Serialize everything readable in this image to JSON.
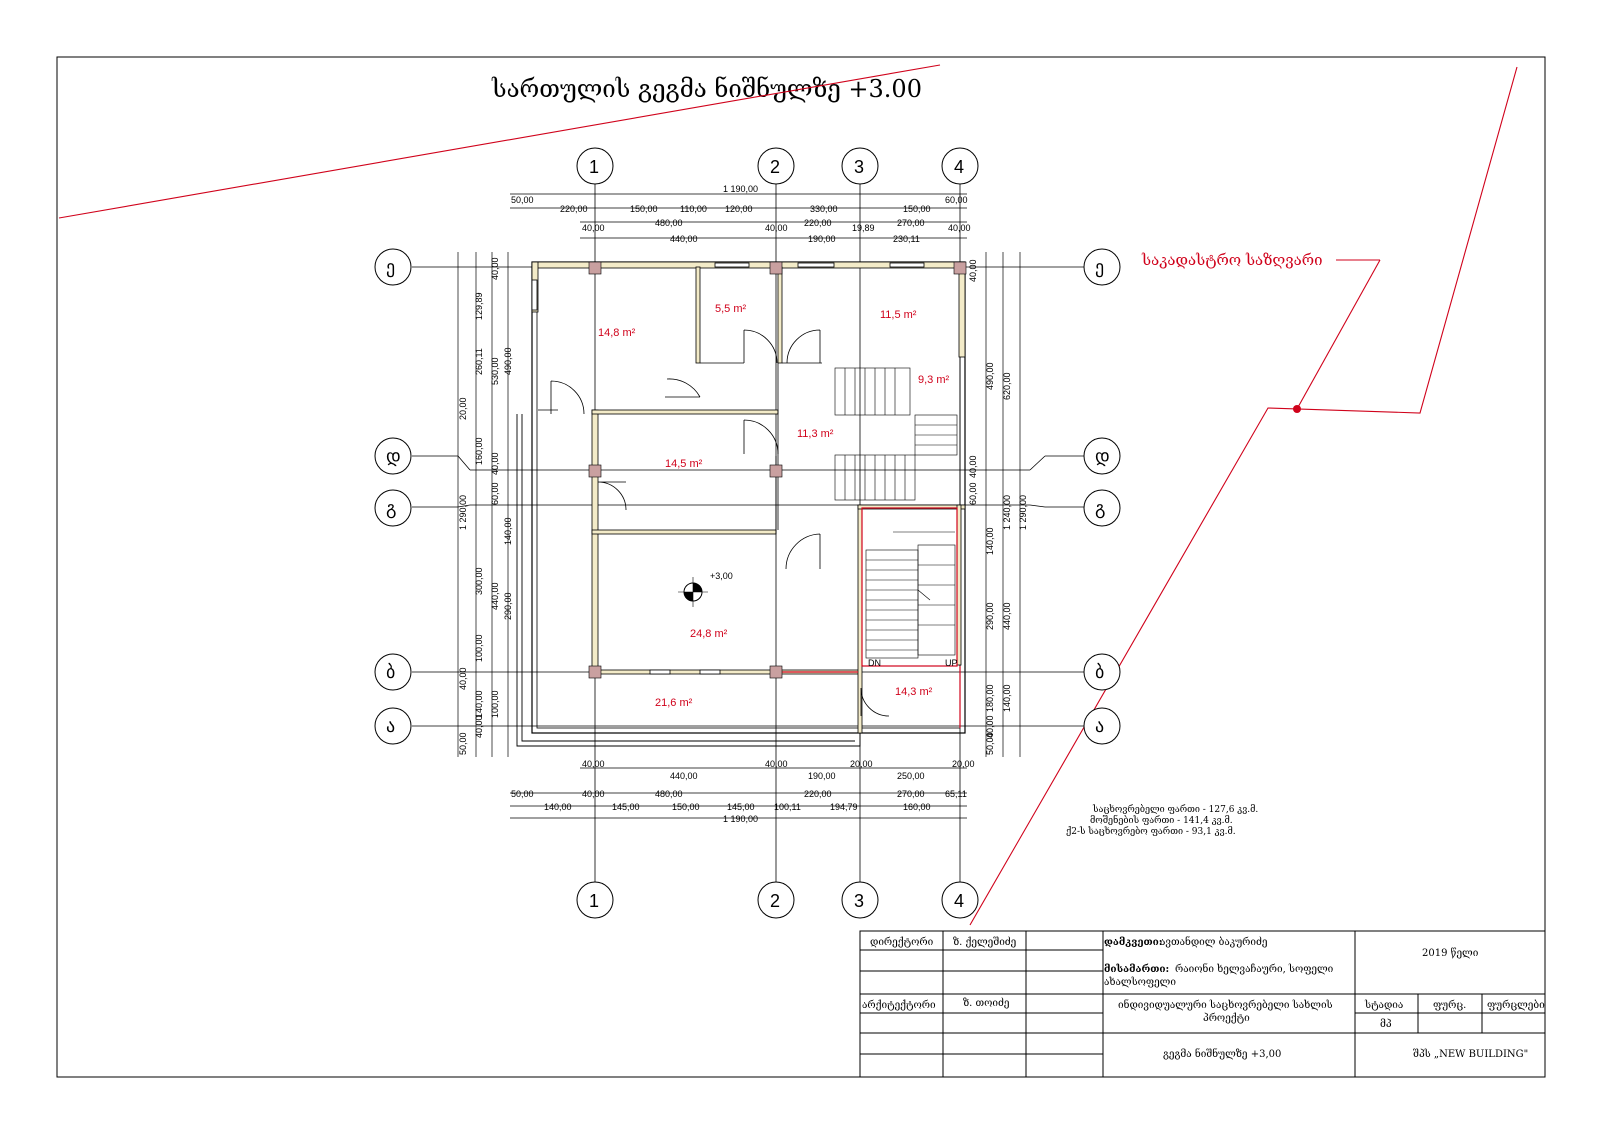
{
  "title": "სართულის გეგმა ნიშნულზე +3.00",
  "cadastral_label": "საკადასტრო საზღვარი",
  "axes_numeric": [
    "1",
    "2",
    "3",
    "4"
  ],
  "axes_letter": [
    "ე",
    "დ",
    "გ",
    "ბ",
    "ა"
  ],
  "elevation_mark": "+3,00",
  "stair_label_dn": "DN",
  "stair_label_up": "UP",
  "rooms": [
    "14,8 m²",
    "5,5 m²",
    "11,5 m²",
    "9,3 m²",
    "11,3 m²",
    "14,5 m²",
    "24,8 m²",
    "21,6 m²",
    "14,3 m²"
  ],
  "dims_top": {
    "overall": "1 190,00",
    "row1": [
      "50,00",
      "220,00",
      "150,00",
      "110,00",
      "120,00",
      "330,00",
      "150,00",
      "60,00"
    ],
    "row2": [
      "480,00",
      "220,00",
      "19,89",
      "270,00"
    ],
    "row2_side": [
      "40,00",
      "40,00",
      "40,00"
    ],
    "row3": [
      "440,00",
      "190,00",
      "230,11"
    ]
  },
  "dims_bottom": {
    "row1": [
      "40,00",
      "440,00",
      "40,00",
      "190,00",
      "20,00",
      "250,00",
      "20,00"
    ],
    "row2": [
      "50,00",
      "40,00",
      "480,00",
      "220,00",
      "270,00",
      "65,11"
    ],
    "row3": [
      "140,00",
      "145,00",
      "150,00",
      "145,00",
      "100,11",
      "194,79",
      "160,00"
    ],
    "overall": "1 190,00"
  },
  "dims_left": [
    "1 290,00",
    "20,00",
    "260,11",
    "530,00",
    "490,00",
    "129,89",
    "40,00",
    "160,00",
    "40,00",
    "60,00",
    "140,00",
    "300,00",
    "440,00",
    "290,00",
    "100,00",
    "40,00",
    "140,00",
    "100,00",
    "40,00",
    "50,00"
  ],
  "dims_right": [
    "40,00",
    "490,00",
    "620,00",
    "1 240,00",
    "1 290,00",
    "40,00",
    "60,00",
    "140,00",
    "290,00",
    "440,00",
    "180,00",
    "140,00",
    "40,00",
    "50,00"
  ],
  "notes": [
    "საცხოვრებელი ფართი - 127,6 კვ.მ.",
    "მოშენების ფართი - 141,4 კვ.მ.",
    "ქ2-ს საცხოვრებო ფართი - 93,1 კვ.მ."
  ],
  "title_block": {
    "director_label": "დირექტორი",
    "director_name": "ზ. ქელეშიძე",
    "architect_label": "არქიტექტორი",
    "architect_name": "ზ. თოიძე",
    "client_label": "დამკვეთი:",
    "client_value": "ავთანდილ ბაკურიძე",
    "address_label": "მისამართი:",
    "address_value": "რაიონი ხელვაჩაური, სოფელი",
    "address_value2": "ახალსოფელი",
    "year": "2019 წელი",
    "project_line1": "ინდივიდუალური საცხოვრებელი სახლის",
    "project_line2": "პროექტი",
    "stage_label": "სტადია",
    "stage_value": "მპ",
    "sheet_label": "ფურც.",
    "sheets_label": "ფურცლები",
    "drawing_name": "გეგმა ნიშნულზე +3,00",
    "company": "შპს „NEW BUILDING\""
  },
  "colors": {
    "boundary": "#d0021b",
    "wall_fill": "#f3ebc8",
    "column": "#c9a0a0"
  }
}
